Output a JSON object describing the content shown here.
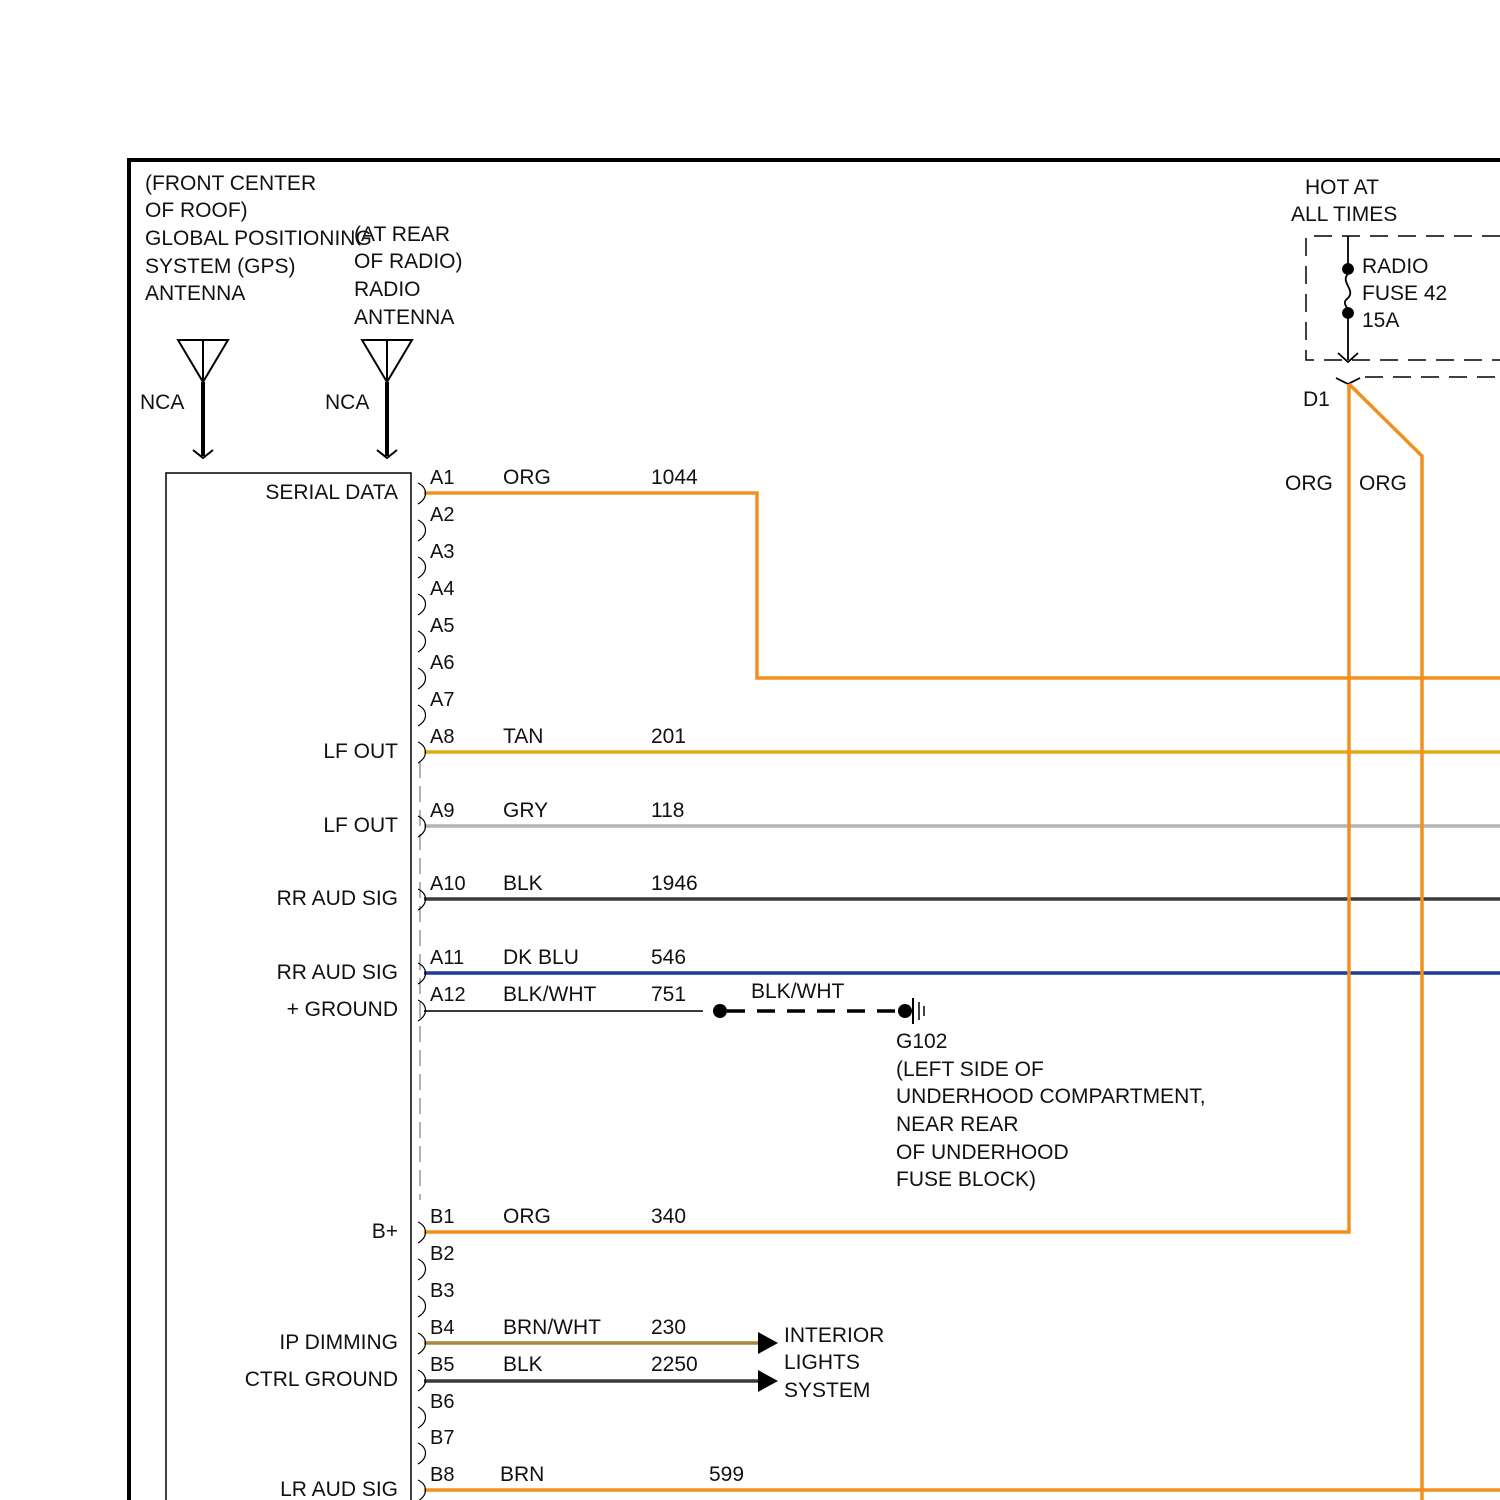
{
  "gps_antenna": {
    "location": [
      "(FRONT CENTER",
      "OF ROOF)"
    ],
    "name": [
      "GLOBAL POSITIONING",
      "SYSTEM (GPS)",
      "ANTENNA"
    ],
    "nca": "NCA"
  },
  "radio_antenna": {
    "location": [
      "(AT REAR",
      "OF RADIO)"
    ],
    "name": [
      "RADIO",
      "ANTENNA"
    ],
    "nca": "NCA"
  },
  "power": {
    "hot_label": [
      "HOT AT",
      "ALL TIMES"
    ],
    "fuse_label": [
      "RADIO",
      "FUSE 42",
      "15A"
    ],
    "connector": "D1",
    "left_wire_color": "ORG",
    "right_wire_color": "ORG"
  },
  "radio_pins": [
    {
      "pin": "A1",
      "signal": "SERIAL DATA",
      "color": "ORG",
      "circuit": "1044",
      "stroke": "#f0901e"
    },
    {
      "pin": "A2",
      "signal": "",
      "color": "",
      "circuit": ""
    },
    {
      "pin": "A3",
      "signal": "",
      "color": "",
      "circuit": ""
    },
    {
      "pin": "A4",
      "signal": "",
      "color": "",
      "circuit": ""
    },
    {
      "pin": "A5",
      "signal": "",
      "color": "",
      "circuit": ""
    },
    {
      "pin": "A6",
      "signal": "",
      "color": "",
      "circuit": ""
    },
    {
      "pin": "A7",
      "signal": "",
      "color": "",
      "circuit": ""
    },
    {
      "pin": "A8",
      "signal": "LF OUT",
      "color": "TAN",
      "circuit": "201",
      "stroke": "#e0aa10"
    },
    {
      "pin": "A9",
      "signal": "LF OUT",
      "color": "GRY",
      "circuit": "118",
      "stroke": "#b4b4b4"
    },
    {
      "pin": "A10",
      "signal": "RR AUD SIG",
      "color": "BLK",
      "circuit": "1946",
      "stroke": "#3a3a3a"
    },
    {
      "pin": "A11",
      "signal": "RR AUD SIG",
      "color": "DK BLU",
      "circuit": "546",
      "stroke": "#1c3c9a"
    },
    {
      "pin": "A12",
      "signal": "+ GROUND",
      "color": "BLK/WHT",
      "circuit": "751",
      "stroke": "#3a3a3a"
    },
    {
      "pin": "B1",
      "signal": "B+",
      "color": "ORG",
      "circuit": "340",
      "stroke": "#f0901e"
    },
    {
      "pin": "B2",
      "signal": "",
      "color": "",
      "circuit": ""
    },
    {
      "pin": "B3",
      "signal": "",
      "color": "",
      "circuit": ""
    },
    {
      "pin": "B4",
      "signal": "IP DIMMING",
      "color": "BRN/WHT",
      "circuit": "230",
      "stroke": "#a58a3a"
    },
    {
      "pin": "B5",
      "signal": "CTRL GROUND",
      "color": "BLK",
      "circuit": "2250",
      "stroke": "#3a3a3a"
    },
    {
      "pin": "B6",
      "signal": "",
      "color": "",
      "circuit": ""
    },
    {
      "pin": "B7",
      "signal": "",
      "color": "",
      "circuit": ""
    },
    {
      "pin": "B8",
      "signal": "LR AUD SIG",
      "color": "BRN",
      "circuit": "599",
      "stroke": "#f0901e"
    }
  ],
  "ground": {
    "wire_color": "BLK/WHT",
    "id": "G102",
    "location": [
      "(LEFT SIDE OF",
      "UNDERHOOD COMPARTMENT,",
      "NEAR REAR",
      "OF UNDERHOOD",
      "FUSE BLOCK)"
    ]
  },
  "interior_lights": [
    "INTERIOR",
    "LIGHTS",
    "SYSTEM"
  ]
}
